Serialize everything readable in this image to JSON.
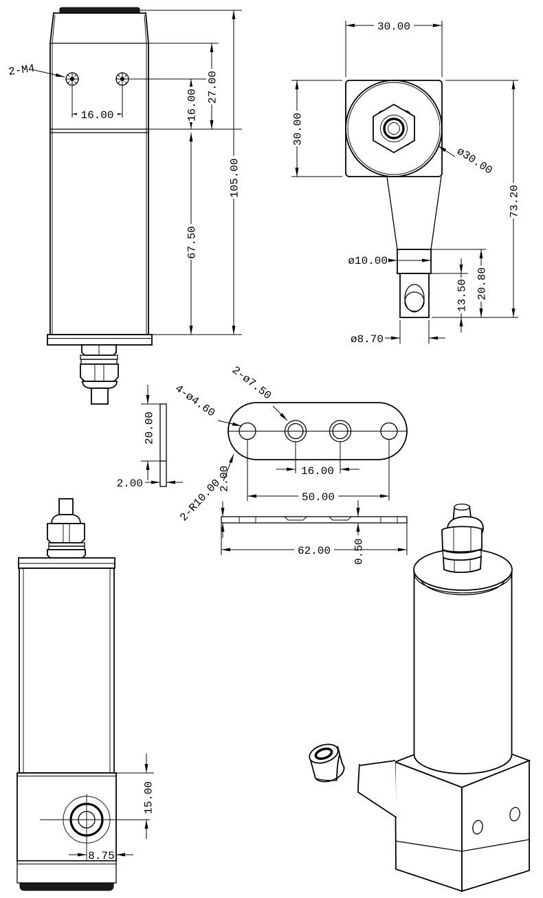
{
  "drawing": {
    "dims": {
      "front": {
        "thread_callout": "2-M4",
        "hole_spacing": "16.00",
        "hole_offset": "16.00",
        "shoulder": "27.00",
        "total_height": "105.00",
        "body_length": "67.50"
      },
      "top": {
        "width": "30.00",
        "height": "30.00",
        "flange_dia": "ø30.00",
        "overall": "73.20",
        "neck_dia": "ø10.00",
        "tip_length": "20.80",
        "eyelet_length": "13.50",
        "eyelet_dia": "ø8.70"
      },
      "plate": {
        "small_holes": "4-ø4.60",
        "large_holes": "2-ø7.50",
        "end_radius": "2-R10.00",
        "plate_width": "20.00",
        "edge_thickness": "2.00",
        "hole_pitch": "16.00",
        "outer_pitch": "50.00",
        "thickness": "2.00",
        "length": "62.00",
        "cbore_depth": "0.50"
      },
      "side": {
        "outlet_vertical": "15.00",
        "outlet_horizontal": "8.75"
      }
    }
  }
}
